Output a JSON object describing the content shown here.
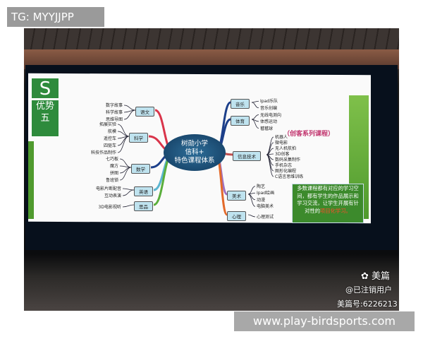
{
  "overlay": {
    "tg_label": "TG: MYYJJPP",
    "url": "www.play-birdsports.com"
  },
  "watermark": {
    "brand": "美篇",
    "user": "@已注销用户",
    "id": "美篇号:6226213",
    "icon": "meipian-logo-icon"
  },
  "slide": {
    "badge_letter": "S",
    "badge_text": "优势五",
    "center": [
      "树勋小学",
      "信科+",
      "特色课程体系"
    ],
    "red_title": "（创客系列课程）",
    "note_text": "多数课程都有对应的学习空间，都有学生的作品展示和学习交流，让学生开展有针对性的",
    "note_highlight": "项目化学习。",
    "left_branches": [
      {
        "label": "语文",
        "leaves": [
          "数字故事",
          "科学故事",
          "思维导图"
        ]
      },
      {
        "label": "科学",
        "leaves": [
          "拓展实验",
          "航模",
          "遥控车",
          "四驱车",
          "科技作品制作"
        ]
      },
      {
        "label": "数学",
        "leaves": [
          "七巧板",
          "魔方",
          "拼图",
          "鲁班锁"
        ]
      },
      {
        "label": "英语",
        "leaves": [
          "电影片断配音",
          "互动表演"
        ]
      },
      {
        "label": "思品",
        "leaves": [
          "3D电影视听"
        ]
      }
    ],
    "right_branches": [
      {
        "label": "音乐",
        "leaves": [
          "Ipad乐队",
          "音乐创编"
        ]
      },
      {
        "label": "体育",
        "leaves": [
          "无线电测向",
          "体感运动",
          "毽毽球"
        ]
      },
      {
        "label": "信息技术",
        "leaves": [
          "机器人",
          "微电影",
          "无人机航拍",
          "3D创客",
          "数码采集制作",
          "手机杂志",
          "图形化编程",
          "C语言思维训练"
        ]
      },
      {
        "label": "美术",
        "leaves": [
          "陶艺",
          "Ipad绘画",
          "动漫",
          "电脑美术"
        ]
      },
      {
        "label": "心理",
        "leaves": [
          "心理测试"
        ]
      }
    ],
    "colors": {
      "branch_red": "#d9344a",
      "branch_blue": "#1c3f8a",
      "branch_green": "#5aae3c",
      "branch_orange": "#e36a2a",
      "note_bg": "#3c8a2c"
    }
  }
}
